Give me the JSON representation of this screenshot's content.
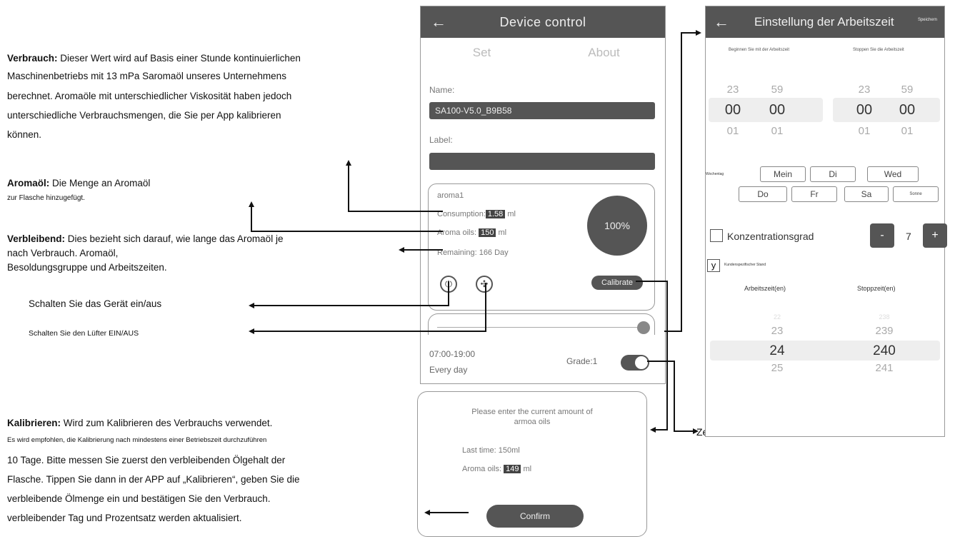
{
  "annotations": {
    "verbrauch_title": "Verbrauch:",
    "verbrauch_lines": [
      " Dieser Wert wird auf Basis einer Stunde kontinuierlichen",
      "Maschinenbetriebs mit 13 mPa Saromaöl unseres Unternehmens",
      "berechnet. Aromaöle mit unterschiedlicher Viskosität haben jedoch",
      "unterschiedliche Verbrauchsmengen, die Sie per App kalibrieren",
      "können."
    ],
    "aromaoel_title": "Aromaöl:",
    "aromaoel_line1": " Die Menge an Aromaöl",
    "aromaoel_line2": "zur Flasche hinzugefügt.",
    "verbleibend_title": "Verbleibend:",
    "verbleibend_lines": [
      " Dies bezieht sich darauf, wie lange das Aromaöl je",
      "nach Verbrauch. Aromaöl,",
      "Besoldungsgruppe und Arbeitszeiten."
    ],
    "power_onoff": "Schalten Sie das Gerät ein/aus",
    "fan_onoff": "Schalten Sie den Lüfter EIN/AUS",
    "kalibrieren_title": "Kalibrieren:",
    "kalibrieren_line1": " Wird zum Kalibrieren des Verbrauchs verwendet.",
    "kalibrieren_small": "Es wird empfohlen, die Kalibrierung nach mindestens einer Betriebszeit durchzuführen",
    "kalibrieren_lines": [
      "10 Tage. Bitte messen Sie zuerst den verbleibenden Ölgehalt der",
      "Flasche. Tippen Sie dann in der APP auf „Kalibrieren“, geben Sie die",
      "verbleibende Ölmenge ein und bestätigen Sie den Verbrauch.",
      "verbleibender Tag und Prozentsatz werden aktualisiert."
    ],
    "timer_switch": "Zeitschalter, linker Schieber zum Löschen"
  },
  "device_control": {
    "back_icon": "←",
    "title": "Device control",
    "tabs": [
      "Set",
      "About"
    ],
    "name_label": "Name:",
    "name_value": "SA100-V5.0_B9B58",
    "label_label": "Label:",
    "label_value": "",
    "aroma_name": "aroma1",
    "consumption_label": "Consumption:",
    "consumption_value": "1.58",
    "consumption_unit": "ml",
    "aroma_oils_label": "Aroma oils:",
    "aroma_oils_value": "150",
    "aroma_oils_unit": "ml",
    "remaining": "Remaining: 166 Day",
    "percent": "100%",
    "calibrate": "Calibrate",
    "power_icon": "⏻",
    "fan_icon": "✣",
    "schedule_time": "07:00-19:00",
    "schedule_repeat": "Every day",
    "grade": "Grade:1"
  },
  "calibration_popup": {
    "prompt_line1": "Please enter the current amount of",
    "prompt_line2": "armoa oils",
    "last_time": "Last time: 150ml",
    "aroma_oils_label": "Aroma oils:",
    "aroma_oils_value": "149",
    "aroma_oils_unit": "ml",
    "confirm": "Confirm"
  },
  "working_time": {
    "back_icon": "←",
    "title": "Einstellung der Arbeitszeit",
    "save": "Speichern",
    "begin_label": "Beginnen Sie mit der Arbeitszeit",
    "stop_label": "Stoppen Sie die Arbeitszeit",
    "wheel_prev": [
      "23",
      "59",
      "23",
      "59"
    ],
    "wheel_sel": [
      "00",
      "00",
      "00",
      "00"
    ],
    "wheel_next": [
      "01",
      "01",
      "01",
      "01"
    ],
    "weekday_label": "Wochentag",
    "days_row1": [
      "Mein",
      "Di",
      "Wed"
    ],
    "days_row2": [
      "Do",
      "Fr",
      "Sa",
      "Sonne"
    ],
    "concentration_label": "Konzentrationsgrad",
    "concentration_minus": "-",
    "concentration_value": "7",
    "concentration_plus": "+",
    "custom_check": "y",
    "custom_label": "Kundenspezifischer Stand",
    "work_col": "Arbeitszeit(en)",
    "stop_col": "Stoppzeit(en)",
    "work_wheel": [
      "22",
      "23",
      "24",
      "25"
    ],
    "stop_wheel": [
      "238",
      "239",
      "240",
      "241"
    ]
  },
  "colors": {
    "header": "#555555",
    "accent_dark": "#444444"
  }
}
